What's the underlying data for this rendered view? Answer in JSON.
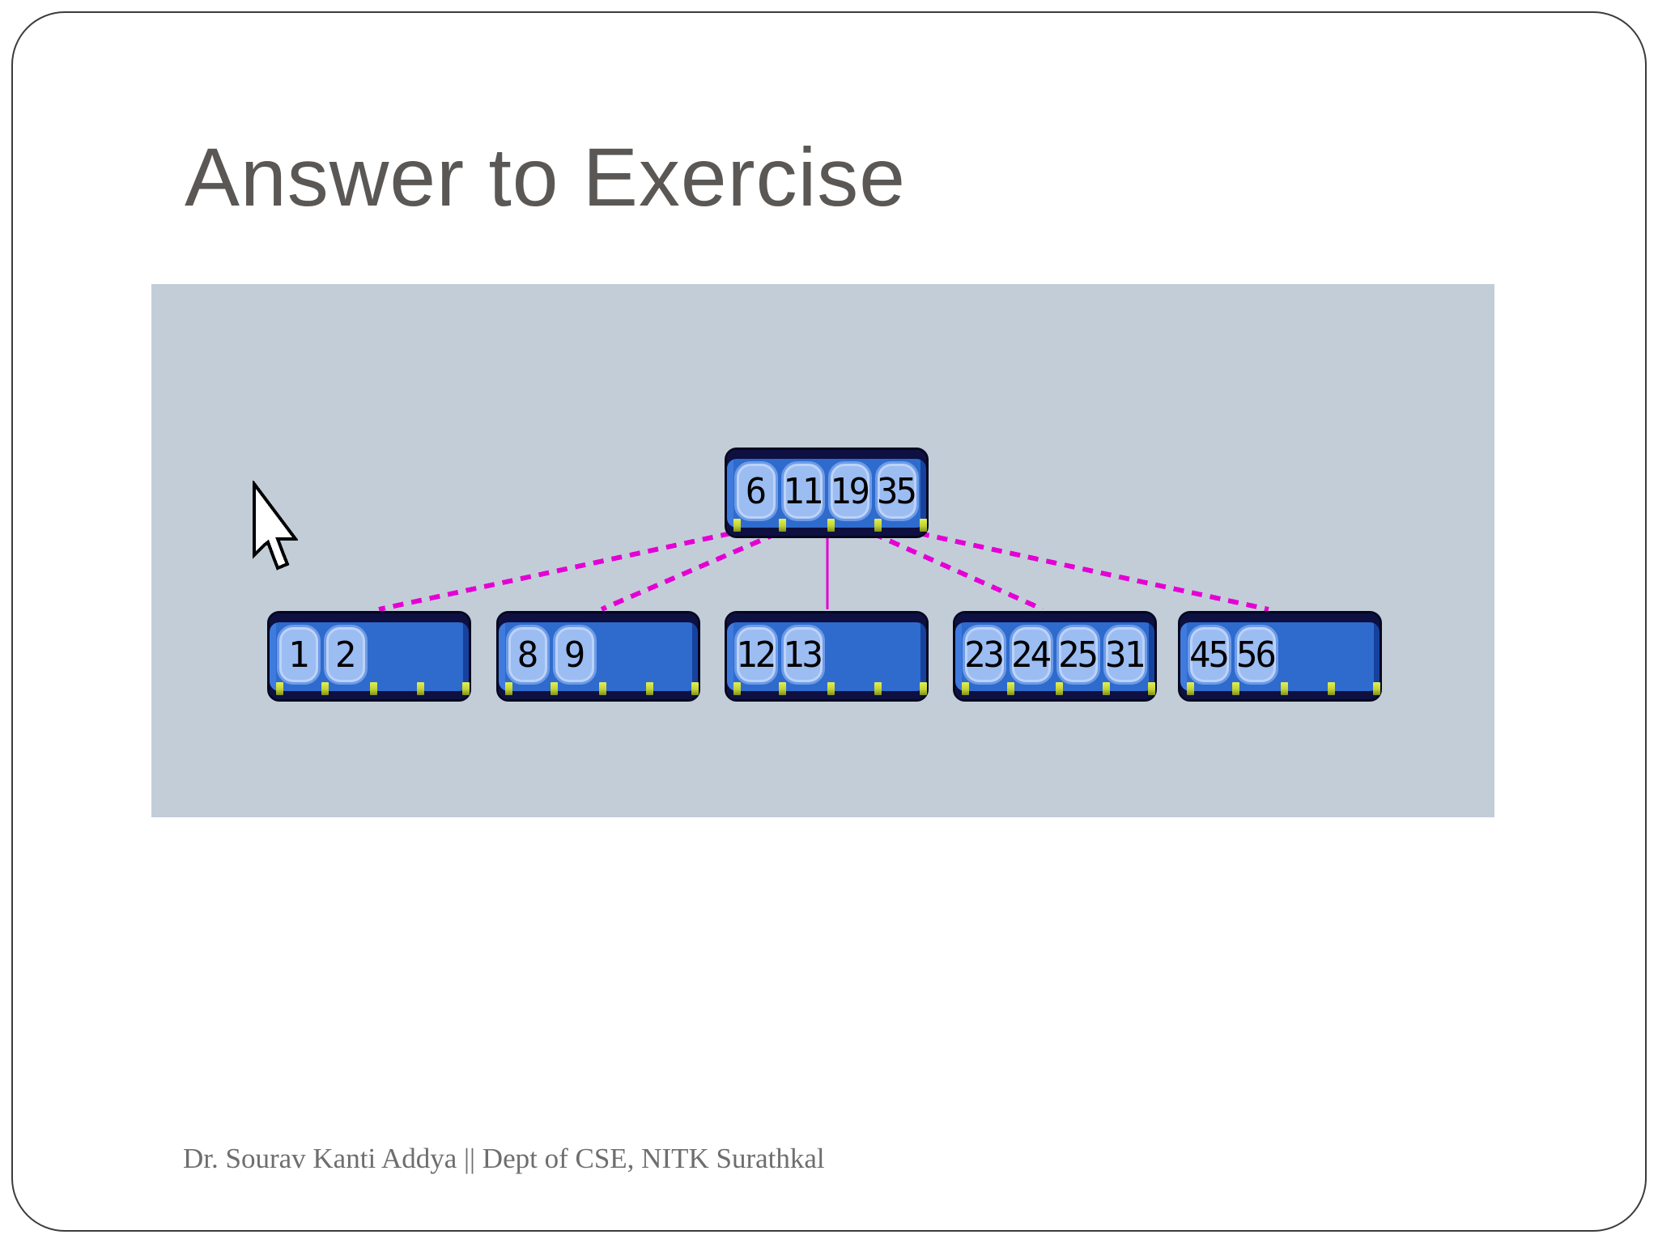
{
  "slide": {
    "title": "Answer to Exercise",
    "footer": "Dr. Sourav Kanti Addya || Dept of CSE, NITK Surathkal"
  },
  "diagram": {
    "description": "B-tree of order 5 shown in an applet-style visualization panel",
    "cursor_icon": "arrow-pointer",
    "tree": {
      "root": {
        "keys": [
          "6",
          "11",
          "19",
          "35"
        ]
      },
      "leaves": [
        {
          "keys": [
            "1",
            "2"
          ]
        },
        {
          "keys": [
            "8",
            "9"
          ]
        },
        {
          "keys": [
            "12",
            "13"
          ]
        },
        {
          "keys": [
            "23",
            "24",
            "25",
            "31"
          ]
        },
        {
          "keys": [
            "45",
            "56"
          ]
        }
      ],
      "edges": [
        {
          "from": "root-pointer-1",
          "to": "leaf-1",
          "style": "dashed"
        },
        {
          "from": "root-pointer-2",
          "to": "leaf-2",
          "style": "dashed"
        },
        {
          "from": "root-pointer-3",
          "to": "leaf-3",
          "style": "solid"
        },
        {
          "from": "root-pointer-4",
          "to": "leaf-4",
          "style": "dashed"
        },
        {
          "from": "root-pointer-5",
          "to": "leaf-5",
          "style": "dashed"
        }
      ]
    }
  },
  "colors": {
    "panel_background": "#c2cdd8",
    "node_fill": "#2e6bcd",
    "node_band": "#0d1040",
    "key_cell_fill": "#9cbdf2",
    "key_cell_border": "#6d9ce8",
    "pointer_tick": "#c3d235",
    "edge_magenta": "#e400d4",
    "title_gray": "#5a5755",
    "footer_gray": "#6e6e6e"
  }
}
